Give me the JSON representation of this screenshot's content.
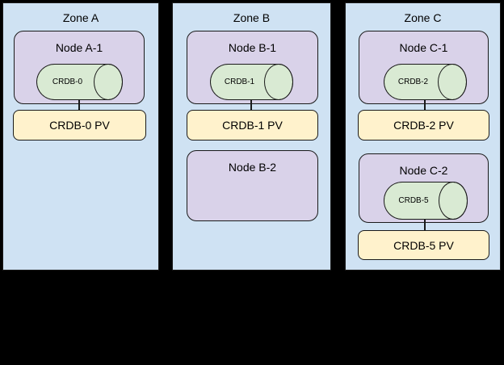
{
  "diagram": {
    "colors": {
      "zone_fill": "#cfe2f3",
      "node_fill": "#d9d2e9",
      "pod_fill": "#d9ead3",
      "pv_fill": "#fff2cc",
      "border": "#1a1a1a",
      "background": "#000000"
    },
    "zones": [
      {
        "label": "Zone A",
        "nodes": [
          {
            "label": "Node A-1",
            "pod": "CRDB-0",
            "pv": "CRDB-0 PV"
          }
        ]
      },
      {
        "label": "Zone B",
        "nodes": [
          {
            "label": "Node B-1",
            "pod": "CRDB-1",
            "pv": "CRDB-1 PV"
          },
          {
            "label": "Node B-2"
          }
        ]
      },
      {
        "label": "Zone C",
        "nodes": [
          {
            "label": "Node C-1",
            "pod": "CRDB-2",
            "pv": "CRDB-2 PV"
          },
          {
            "label": "Node C-2",
            "pod": "CRDB-5",
            "pv": "CRDB-5 PV"
          }
        ]
      }
    ]
  }
}
